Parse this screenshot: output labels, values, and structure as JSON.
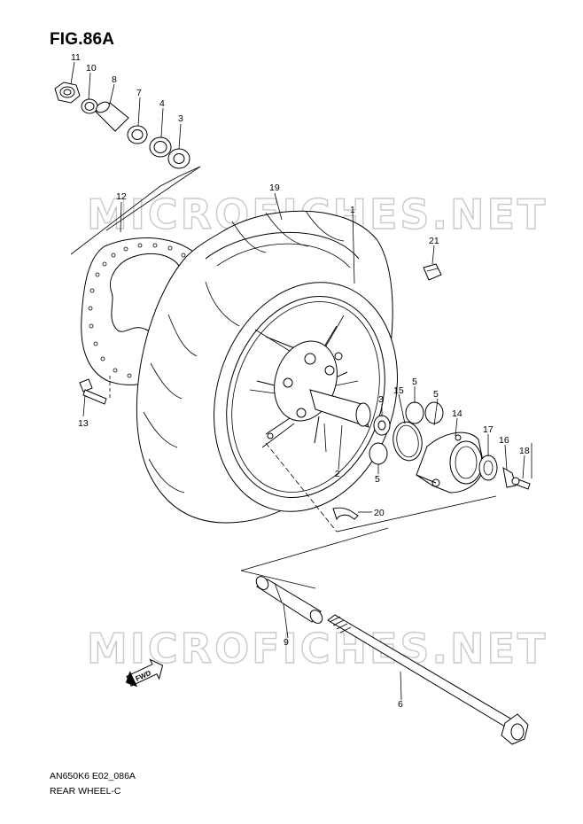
{
  "figure": {
    "title": "FIG.86A"
  },
  "footer": {
    "model_code": "AN650K6 E02_086A",
    "caption": "REAR WHEEL-C"
  },
  "watermark": {
    "text": "MICROFICHES.NET",
    "color": "#c9c9c9"
  },
  "fwd_badge": {
    "text": "FWD"
  },
  "callouts": [
    "11",
    "10",
    "8",
    "7",
    "4",
    "3",
    "12",
    "19",
    "1",
    "21",
    "13",
    "3",
    "15",
    "5",
    "5",
    "14",
    "17",
    "16",
    "18",
    "2",
    "5",
    "20",
    "9",
    "6"
  ]
}
